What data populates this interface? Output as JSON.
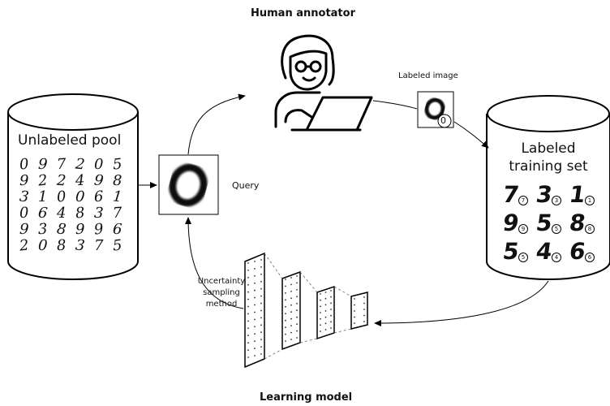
{
  "labels": {
    "human_annotator": "Human annotator",
    "labeled_image": "Labeled image",
    "labeled_image_badge": "0",
    "unlabeled_pool": "Unlabeled pool",
    "query": "Query",
    "labeled_training_set_line1": "Labeled",
    "labeled_training_set_line2": "training set",
    "uncertainty_line1": "Uncertainty",
    "uncertainty_line2": "sampling",
    "uncertainty_line3": "method",
    "learning_model": "Learning model"
  },
  "unlabeled_digits": [
    [
      "0",
      "9",
      "7",
      "2",
      "0",
      "5"
    ],
    [
      "9",
      "2",
      "2",
      "4",
      "9",
      "8"
    ],
    [
      "3",
      "1",
      "0",
      "0",
      "6",
      "1"
    ],
    [
      "0",
      "6",
      "4",
      "8",
      "3",
      "7"
    ],
    [
      "9",
      "3",
      "8",
      "9",
      "9",
      "6"
    ],
    [
      "2",
      "0",
      "8",
      "3",
      "7",
      "5"
    ]
  ],
  "training_digits": [
    [
      {
        "d": "7",
        "b": "7"
      },
      {
        "d": "3",
        "b": "3"
      },
      {
        "d": "1",
        "b": "1"
      }
    ],
    [
      {
        "d": "9",
        "b": "9"
      },
      {
        "d": "5",
        "b": "5"
      },
      {
        "d": "8",
        "b": "8"
      }
    ],
    [
      {
        "d": "5",
        "b": "5"
      },
      {
        "d": "4",
        "b": "4"
      },
      {
        "d": "6",
        "b": "6"
      }
    ]
  ],
  "query_digit": "0",
  "icons": [
    "person-at-laptop-icon",
    "neural-network-icon"
  ],
  "colors": {
    "stroke": "#000000",
    "background": "#ffffff"
  }
}
